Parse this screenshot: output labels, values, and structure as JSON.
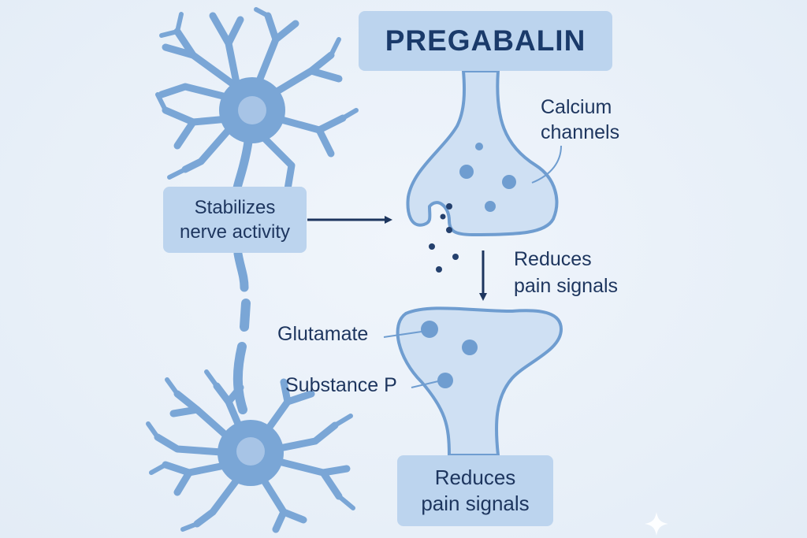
{
  "title": "PREGABALIN",
  "labels": {
    "calcium_line1": "Calcium",
    "calcium_line2": "channels",
    "stabilizes_line1": "Stabilizes",
    "stabilizes_line2": "nerve activity",
    "reduces_mid_line1": "Reduces",
    "reduces_mid_line2": "pain signals",
    "glutamate": "Glutamate",
    "substance_p": "Substance P",
    "reduces_box_line1": "Reduces",
    "reduces_box_line2": "pain signals"
  },
  "colors": {
    "background": "#eaf1f9",
    "neuron": "#7aa6d6",
    "box_fill": "#bcd4ee",
    "synapse_fill": "#cfe0f3",
    "synapse_stroke": "#6f9dd0",
    "arrow": "#1d355e"
  },
  "icons": [
    "neuron-top-icon",
    "neuron-bottom-icon",
    "sparkle-icon"
  ]
}
